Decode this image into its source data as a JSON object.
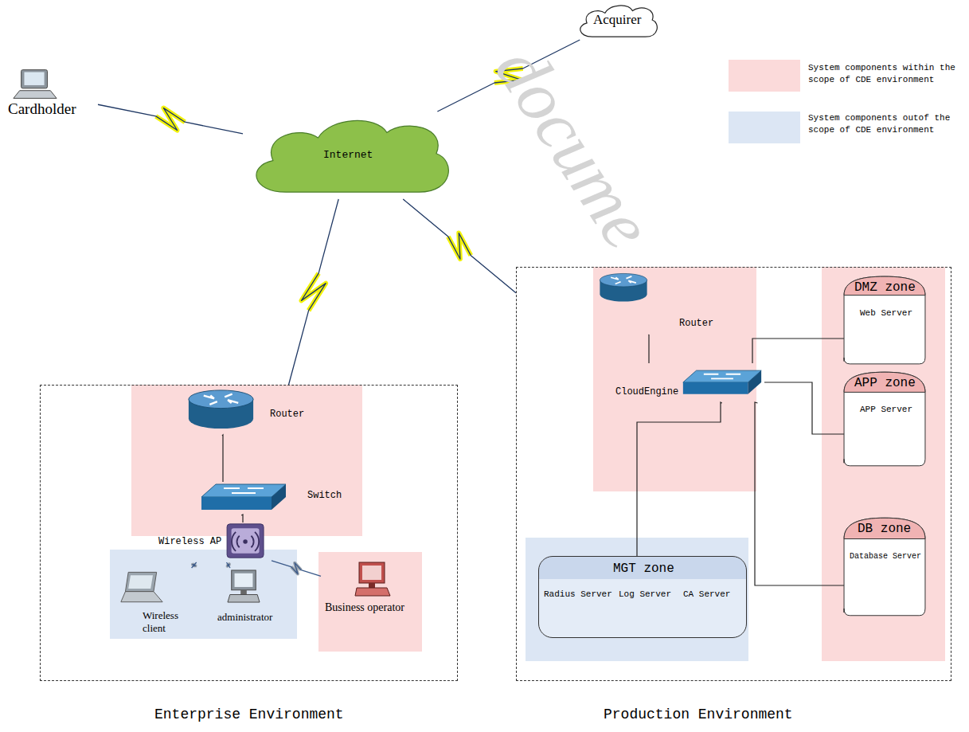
{
  "diagram": {
    "nodes": [
      {
        "text": [
          "Cardholder"
        ]
      },
      {
        "text": [
          "Internet"
        ]
      },
      {
        "text": [
          "Acquirer"
        ]
      },
      {
        "text": [
          "Enterprise Environment"
        ]
      },
      {
        "text": [
          "Router"
        ],
        "in": 3
      },
      {
        "text": [
          "Switch"
        ],
        "in": 3
      },
      {
        "text": [
          "Wireless AP"
        ],
        "in": 3
      },
      {
        "text": [
          "Wireless client"
        ],
        "in": 3
      },
      {
        "text": [
          "administrator"
        ],
        "in": 3
      },
      {
        "text": [
          "Business operator"
        ],
        "in": 3
      },
      {
        "text": [
          "Production Environment"
        ]
      },
      {
        "text": [
          "Router"
        ],
        "in": 10
      },
      {
        "text": [
          "CloudEngine"
        ],
        "in": 10
      },
      {
        "text": [
          "DMZ zone"
        ],
        "in": 10
      },
      {
        "text": [
          "Web Server"
        ],
        "in": 13
      },
      {
        "text": [
          "APP zone"
        ],
        "in": 10
      },
      {
        "text": [
          "APP Server"
        ],
        "in": 15
      },
      {
        "text": [
          "DB zone"
        ],
        "in": 10
      },
      {
        "text": [
          "Database Server"
        ],
        "in": 17
      },
      {
        "text": [
          "MGT zone"
        ],
        "in": 10
      },
      {
        "text": [
          "Radius Server"
        ],
        "in": 19
      },
      {
        "text": [
          "Log Server"
        ],
        "in": 19
      },
      {
        "text": [
          "CA Server"
        ],
        "in": 19
      }
    ],
    "edges": [
      {
        "from": 0,
        "to": 1,
        "arrow": "none"
      },
      {
        "from": 2,
        "to": 1,
        "arrow": "none"
      },
      {
        "from": 1,
        "to": 3,
        "arrow": "none"
      },
      {
        "from": 1,
        "to": 10,
        "arrow": "none"
      },
      {
        "from": 4,
        "to": 5,
        "arrow": "none"
      },
      {
        "from": 5,
        "to": 6,
        "arrow": "none"
      },
      {
        "from": 6,
        "to": 7,
        "arrow": "none"
      },
      {
        "from": 6,
        "to": 8,
        "arrow": "none"
      },
      {
        "from": 6,
        "to": 9,
        "arrow": "none"
      },
      {
        "from": 11,
        "to": 12,
        "arrow": "none"
      },
      {
        "from": 12,
        "to": 14,
        "arrow": "none"
      },
      {
        "from": 12,
        "to": 16,
        "arrow": "none"
      },
      {
        "from": 12,
        "to": 18,
        "arrow": "none"
      },
      {
        "from": 12,
        "to": 19,
        "arrow": "none"
      }
    ],
    "labels": [
      "docume"
    ],
    "legend": [
      {
        "text": "System components within the scope of CDE environment",
        "color": "#fbdada"
      },
      {
        "text": "System components outof the scope of CDE environment",
        "color": "#dce6f4"
      }
    ]
  }
}
